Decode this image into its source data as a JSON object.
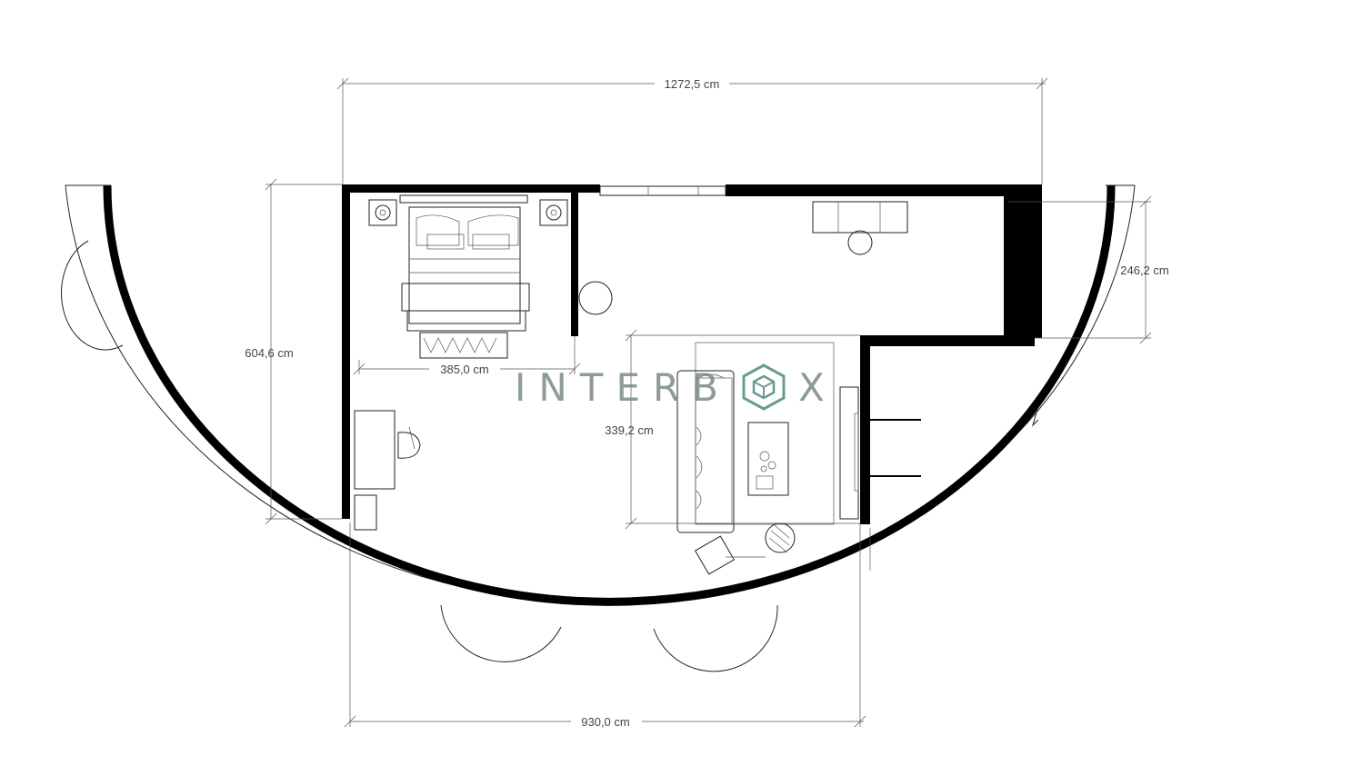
{
  "dimensions": {
    "total_width": "1272,5 cm",
    "left_height": "604,6 cm",
    "right_height": "246,2 cm",
    "bedroom_width": "385,0 cm",
    "living_depth": "339,2 cm",
    "bottom_width": "930,0 cm"
  },
  "watermark": {
    "left_text": "INTERB",
    "right_text": "X",
    "logo_color": "#4f8a80"
  },
  "colors": {
    "wall": "#000000",
    "line": "#222222",
    "dimension_text": "#444444"
  }
}
